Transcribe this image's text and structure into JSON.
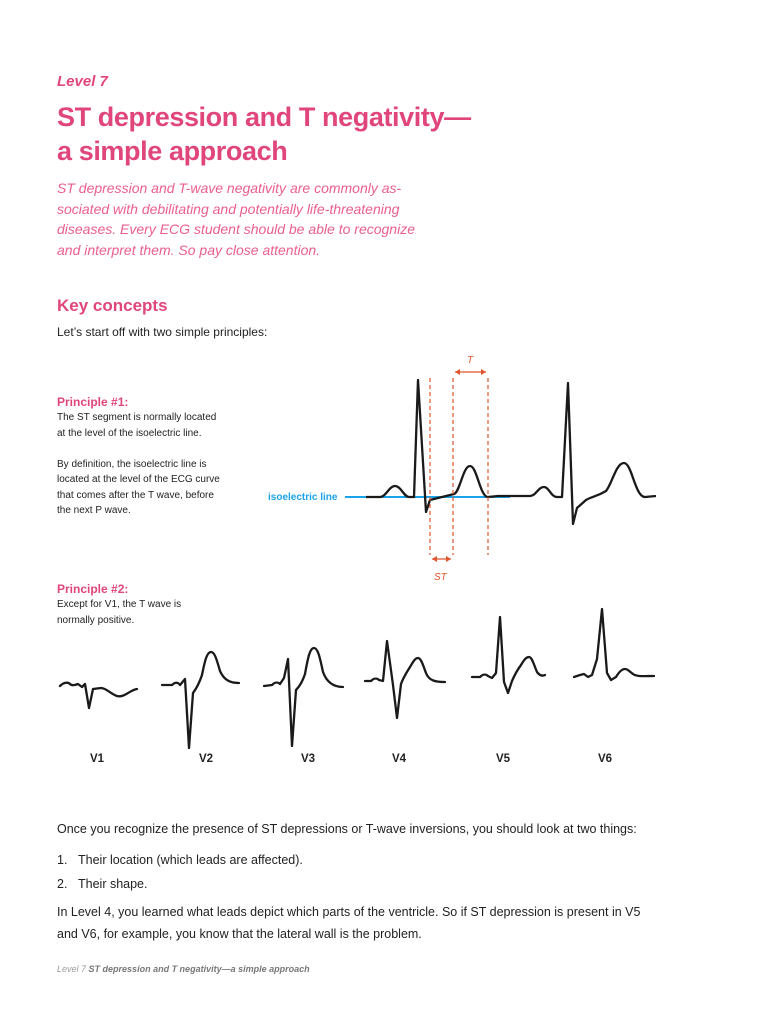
{
  "header": {
    "level": "Level 7",
    "title_line1": "ST depression and T negativity—",
    "title_line2": "a simple approach"
  },
  "intro": {
    "line1": "ST depression and T-wave negativity are commonly as-",
    "line2": "sociated with debilitating and potentially life-threatening",
    "line3": "diseases. Every ECG student should be able to recognize",
    "line4": "and interpret them. So pay close attention."
  },
  "key_concepts": {
    "heading": "Key concepts",
    "lead": "Let’s start off with two simple principles:"
  },
  "principle1": {
    "label": "Principle #1:",
    "lines": [
      "The ST segment is normally located",
      "at the level of the isoelectric line.",
      "",
      "By definition, the isoelectric line is",
      "located at the level of the ECG curve",
      "that comes after the T wave, before",
      "the next P wave."
    ]
  },
  "principle2": {
    "label": "Principle #2:",
    "line1": "Except for V1, the T wave is",
    "line2": "normally positive."
  },
  "diagram": {
    "isoelectric_label": "isoelectric line",
    "t_label": "T",
    "st_label": "ST",
    "colors": {
      "isoelectric": "#1aa3e8",
      "marker": "#e0552b",
      "trace": "#1a1a1a",
      "accent": "#e0457b"
    }
  },
  "leads": [
    "V1",
    "V2",
    "V3",
    "V4",
    "V5",
    "V6"
  ],
  "body": {
    "para1": "Once you recognize the presence of ST depressions or T-wave inversions, you should look at two things:",
    "list": [
      "Their location (which leads are affected).",
      "Their shape."
    ],
    "para2_line1": "In Level 4, you learned what leads depict which parts of the ventricle. So if ST depression is present in V5",
    "para2_line2": "and V6, for example, you know that the lateral wall is the problem."
  },
  "footer": {
    "level": "Level 7",
    "title": "ST depression and T negativity—a simple approach"
  }
}
